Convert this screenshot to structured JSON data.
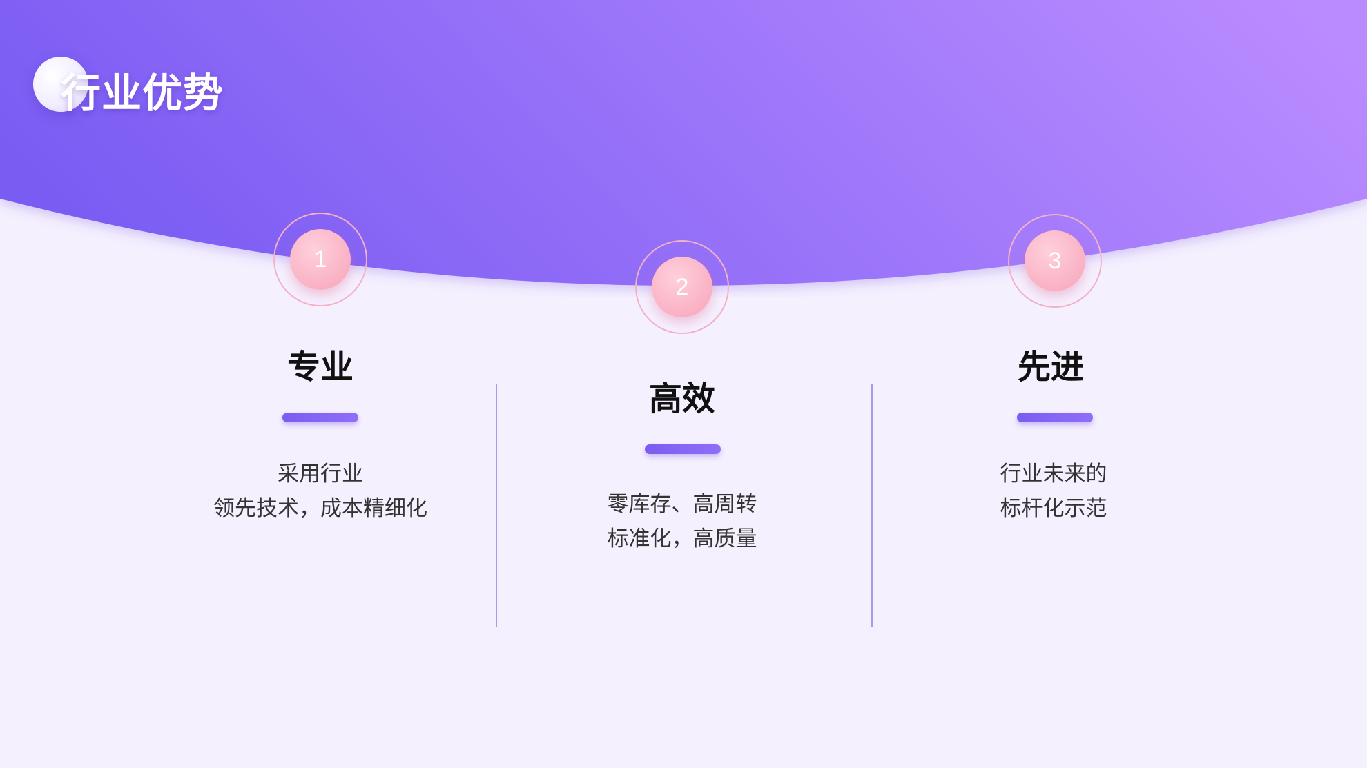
{
  "title": "行业优势",
  "colors": {
    "banner_start": "#7a5cf3",
    "banner_end": "#b98bff",
    "background": "#f5f0fe",
    "badge_pink": "#f7a3b9",
    "pill_purple": "#7c5cf0"
  },
  "items": [
    {
      "number": "1",
      "heading": "专业",
      "lines": [
        "采用行业",
        "领先技术，成本精细化"
      ]
    },
    {
      "number": "2",
      "heading": "高效",
      "lines": [
        "零库存、高周转",
        "标准化，高质量"
      ]
    },
    {
      "number": "3",
      "heading": "先进",
      "lines": [
        "行业未来的",
        "标杆化示范"
      ]
    }
  ]
}
